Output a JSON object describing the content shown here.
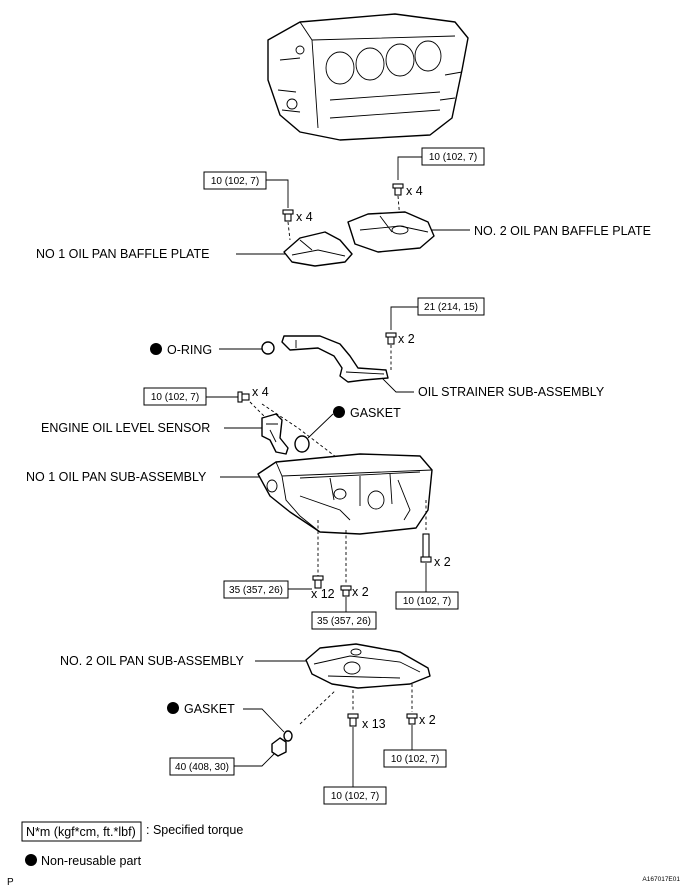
{
  "parts": {
    "no1_baffle_plate": "NO  1 OIL PAN BAFFLE PLATE",
    "no2_baffle_plate": "NO. 2 OIL PAN BAFFLE PLATE",
    "o_ring": "O-RING",
    "oil_strainer": "OIL STRAINER SUB-ASSEMBLY",
    "gasket_sensor": "GASKET",
    "oil_level_sensor": "ENGINE OIL LEVEL SENSOR",
    "no1_oil_pan": "NO  1 OIL PAN SUB-ASSEMBLY",
    "no2_oil_pan": "NO. 2 OIL PAN SUB-ASSEMBLY",
    "gasket_drain": "GASKET"
  },
  "torques": {
    "no1_baffle": "10 (102, 7)",
    "no2_baffle": "10 (102, 7)",
    "strainer": "21 (214, 15)",
    "sensor": "10 (102, 7)",
    "pan1_bolts_12": "35 (357, 26)",
    "pan1_bolts_2a": "35 (357, 26)",
    "pan1_bolts_2b": "10 (102, 7)",
    "drain_plug": "40 (408, 30)",
    "pan2_bolts_13": "10 (102, 7)",
    "pan2_bolts_2": "10 (102, 7)"
  },
  "quantities": {
    "no1_baffle": "x 4",
    "no2_baffle": "x 4",
    "strainer": "x 2",
    "sensor": "x 4",
    "pan1_12": "x 12",
    "pan1_2a": "x 2",
    "pan1_2b": "x 2",
    "pan2_13": "x 13",
    "pan2_2": "x 2"
  },
  "legend": {
    "torque_unit": "N*m (kgf*cm, ft.*lbf)",
    "torque_desc": ": Specified torque",
    "non_reusable": "Non-reusable part"
  },
  "footer": {
    "page_mark": "P",
    "figure_id": "A167017E01"
  }
}
